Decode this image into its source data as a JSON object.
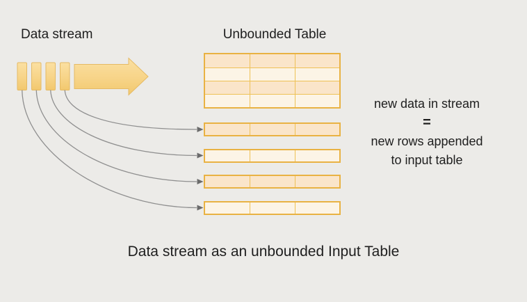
{
  "labels": {
    "data_stream": "Data stream",
    "unbounded_table": "Unbounded Table",
    "caption": "Data stream as an unbounded Input Table"
  },
  "annotation": {
    "line1": "new data in stream",
    "equals": "=",
    "line2": "new rows appended",
    "line3": "to input table"
  },
  "table": {
    "rows": 4,
    "columns": 3,
    "row_pattern": [
      "dark",
      "light",
      "dark",
      "light"
    ]
  },
  "appended_rows": {
    "count": 4,
    "columns": 3,
    "row_pattern": [
      "dark",
      "light",
      "dark",
      "light"
    ]
  },
  "stream": {
    "bar_count": 4,
    "arrow_icon": "right-arrow"
  },
  "colors": {
    "background": "#ECEBE8",
    "text": "#1E1E1E",
    "table_border": "#E9B243",
    "table_border_inner": "#EEC155",
    "row_dark": "#FAE5CA",
    "row_light": "#FCF4E6",
    "shape_gradient_top": "#FBE0A2",
    "shape_gradient_mid": "#F7D488",
    "shape_gradient_bottom": "#F2C86E",
    "shape_border": "#E5BA64",
    "curve_gray": "#8F8F8F",
    "arrowhead_gray": "#6B6B6B"
  }
}
